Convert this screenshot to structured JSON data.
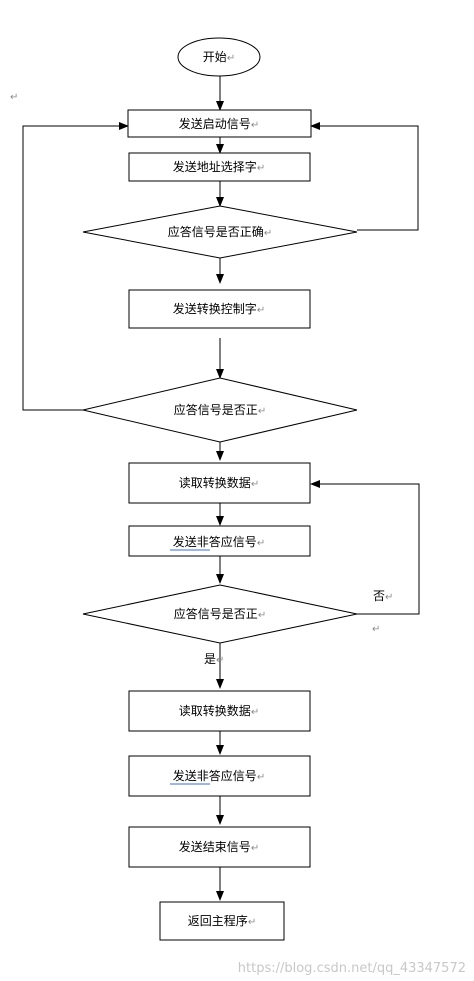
{
  "return_mark": "↵",
  "nodes": {
    "start": "开始",
    "send_start_signal": "发送启动信号",
    "send_address_select": "发送地址选择字",
    "check_ack_1": "应答信号是否正确",
    "send_convert_control": "发送转换控制字",
    "check_ack_2": "应答信号是否正",
    "read_data_1": "读取转换数据",
    "send_nack_1": "发送非答应信号",
    "check_ack_3": "应答信号是否正",
    "read_data_2": "读取转换数据",
    "send_nack_2": "发送非答应信号",
    "send_stop_signal": "发送结束信号",
    "return_main": "返回主程序"
  },
  "edge_labels": {
    "no": "否",
    "yes": "是"
  },
  "watermark": "https://blog.csdn.net/qq_43347572"
}
